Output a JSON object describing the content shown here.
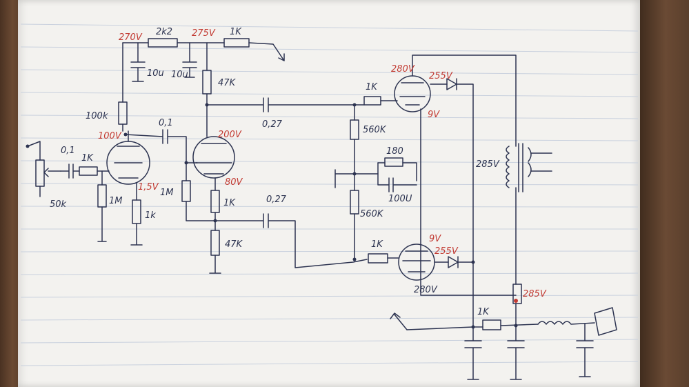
{
  "colors": {
    "ink": "#2c3350",
    "red_ink": "#c23a32",
    "paper": "#f3f2ef",
    "desk": "#5a3e2b",
    "ruled_line": "#c9d1de"
  },
  "labels": {
    "pot_50k": "50k",
    "cap_in": "0,1",
    "r_grid1": "1K",
    "r_gridleak1": "1M",
    "v_cathode1": "1,5V",
    "r_cathode1": "1k",
    "r_plate1": "100k",
    "v_plate1": "100V",
    "v_node1": "270V",
    "r_dropper": "2k2",
    "cap_filter1": "10u",
    "cap_filter2": "10u",
    "v_node2": "275V",
    "r_feed": "1K",
    "cap_couple1": "0,1",
    "r_grid2": "1M",
    "r_plate_pi": "47K",
    "v_plate_pi": "200V",
    "v_cathode_pi": "80V",
    "r_cathode_pi": "1K",
    "r_cathode_pi2": "47K",
    "cap_out_top": "0,27",
    "cap_out_bot": "0,27",
    "r_grid_top": "1K",
    "r_gridleak_top": "560K",
    "r_bias": "180",
    "cap_bias": "100U",
    "r_gridleak_bot": "560K",
    "r_grid_bot": "1K",
    "v_plate_top": "280V",
    "v_cath_top": "9V",
    "v_screen_top": "255V",
    "v_ot": "285V",
    "v_cath_bot": "9V",
    "v_screen_bot": "255V",
    "v_plate_bot": "280V",
    "v_supply": "285V",
    "r_screen_supply": "1K"
  }
}
